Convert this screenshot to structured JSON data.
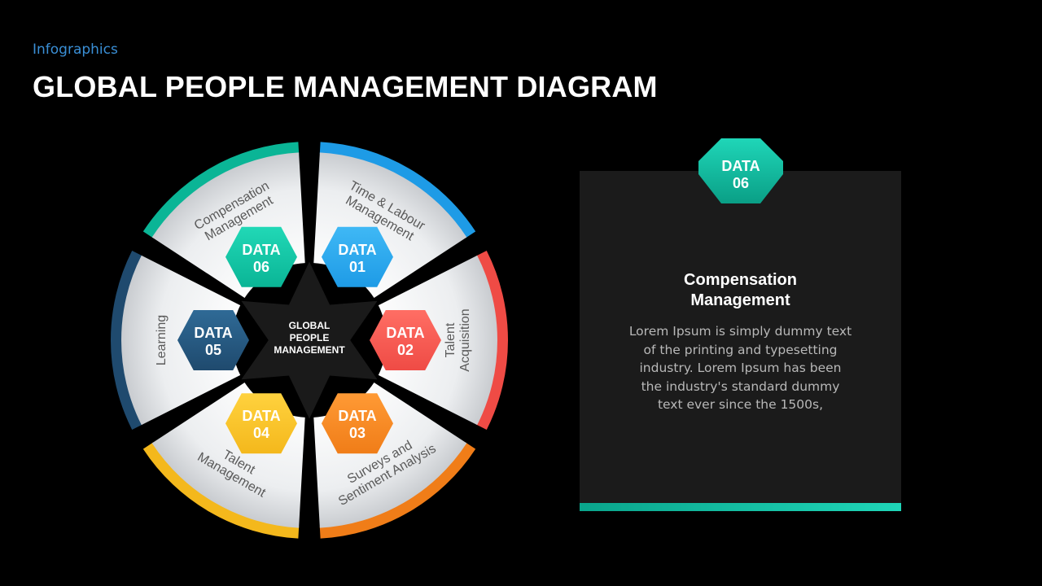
{
  "header": {
    "kicker": "Infographics",
    "title": "GLOBAL PEOPLE MANAGEMENT DIAGRAM"
  },
  "diagram": {
    "center_lines": [
      "GLOBAL",
      "PEOPLE",
      "MANAGEMENT"
    ],
    "segments": [
      {
        "id": "01",
        "data_label": [
          "DATA",
          "01"
        ],
        "label_lines": [
          "Time & Labour",
          "Management"
        ],
        "color": "#1e9be6",
        "color_light": "#3fb8f5"
      },
      {
        "id": "02",
        "data_label": [
          "DATA",
          "02"
        ],
        "label_lines": [
          "Talent",
          "Acquisition"
        ],
        "color": "#ef4b45",
        "color_light": "#ff6e64"
      },
      {
        "id": "03",
        "data_label": [
          "DATA",
          "03"
        ],
        "label_lines": [
          "Surveys and",
          "Sentiment Analysis"
        ],
        "color": "#f07d18",
        "color_light": "#ff9a35"
      },
      {
        "id": "04",
        "data_label": [
          "DATA",
          "04"
        ],
        "label_lines": [
          "Talent",
          "Management"
        ],
        "color": "#f4b81c",
        "color_light": "#ffd23e"
      },
      {
        "id": "05",
        "data_label": [
          "DATA",
          "05"
        ],
        "label_lines": [
          "Learning"
        ],
        "color": "#1f4a6e",
        "color_light": "#2f6a96"
      },
      {
        "id": "06",
        "data_label": [
          "DATA",
          "06"
        ],
        "label_lines": [
          "Compensation",
          "Management"
        ],
        "color": "#0ab596",
        "color_light": "#21d8b6"
      }
    ]
  },
  "panel": {
    "badge_lines": [
      "DATA",
      "06"
    ],
    "badge_color": "#14c2a4",
    "heading": "Compensation\nManagement",
    "body": "Lorem Ipsum is simply dummy text of the printing and typesetting industry. Lorem Ipsum has been the industry's standard dummy text ever since the 1500s,"
  }
}
